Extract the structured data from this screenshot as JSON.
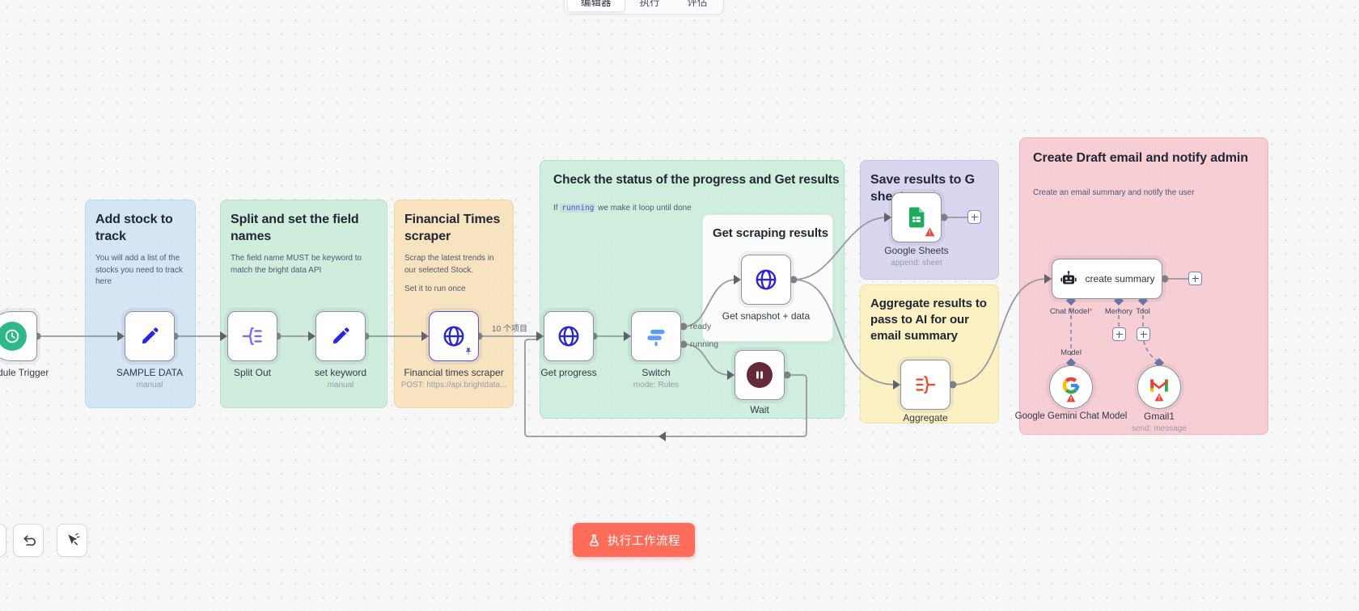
{
  "tabs": {
    "editor": "编辑器",
    "executions": "执行",
    "evaluations": "评估"
  },
  "execute": {
    "label": "执行工作流程"
  },
  "labels": {
    "items": "10 个项目",
    "ready": "ready",
    "running": "running"
  },
  "ports": {
    "chat_model": "Chat Model",
    "required": "*",
    "memory": "Memory",
    "tool": "Tool",
    "model": "Model"
  },
  "stickies": {
    "add_stock": {
      "title": "Add stock to track",
      "body": "You will add a list of the stocks you need to track here"
    },
    "split_fields": {
      "title": "Split and set the field names",
      "body": "The field name MUST be keyword to match the bright data API"
    },
    "fts": {
      "title": "Financial Times scraper",
      "body1": "Scrap the latest trends in our selected Stock.",
      "body2": "Set it to run once"
    },
    "check_status": {
      "title": "Check the status of the progress and Get results",
      "body_prefix": "If ",
      "body_code": "running",
      "body_suffix": " we make it loop until done"
    },
    "get_results": {
      "title": "Get scraping results"
    },
    "save_sheets": {
      "title": "Save results to G sheets"
    },
    "aggregate": {
      "title": "Aggregate results to pass to AI for our email summary"
    },
    "draft_email": {
      "title": "Create Draft email and notify admin",
      "body": "Create an email summary and notify the user"
    }
  },
  "nodes": {
    "schedule": {
      "label": "Schedule Trigger"
    },
    "sample_data": {
      "label": "SAMPLE DATA",
      "sub": "manual"
    },
    "split_out": {
      "label": "Split Out"
    },
    "set_keyword": {
      "label": "set keyword",
      "sub": "manual"
    },
    "fts": {
      "label": "Financial times scraper",
      "sub": "POST: https://api.brightdata..."
    },
    "get_progress": {
      "label": "Get progress"
    },
    "switch": {
      "label": "Switch",
      "sub": "mode: Rules"
    },
    "snapshot": {
      "label": "Get snapshot + data"
    },
    "wait": {
      "label": "Wait"
    },
    "sheets": {
      "label": "Google Sheets",
      "sub": "append: sheet"
    },
    "aggregate": {
      "label": "Aggregate"
    },
    "create_summary": {
      "label": "create summary"
    },
    "gemini": {
      "label": "Google Gemini Chat Model"
    },
    "gmail": {
      "label": "Gmail1",
      "sub": "send: message"
    }
  },
  "colors": {
    "execute_accent": "#ff6d5a",
    "pinned_border": "#5a50d6",
    "warning": "#e8463c",
    "node_icon_indigo": "#2b24d8",
    "trigger_green": "#2fb98a",
    "wait_maroon": "#652a3a"
  }
}
